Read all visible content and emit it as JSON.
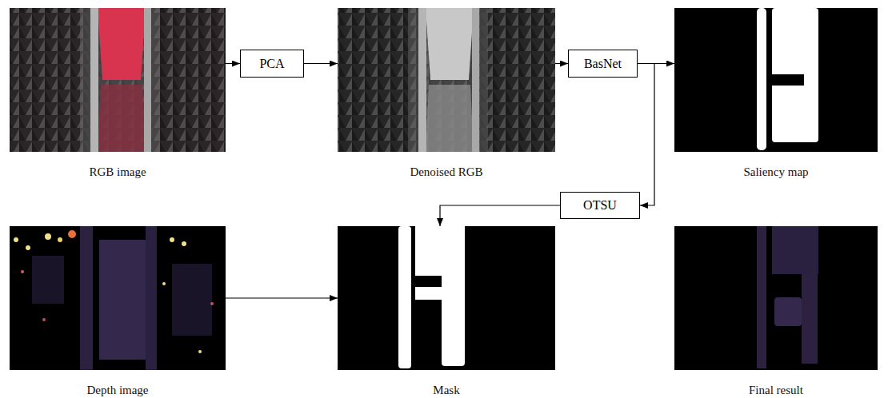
{
  "diagram": {
    "nodes": [
      {
        "text": [
          "RGB image"
        ]
      },
      {
        "text": [
          "PCA"
        ]
      },
      {
        "text": [
          "Denoised RGB"
        ]
      },
      {
        "text": [
          "BasNet"
        ]
      },
      {
        "text": [
          "Saliency map"
        ]
      },
      {
        "text": [
          "OTSU"
        ]
      },
      {
        "text": [
          "Depth image"
        ]
      },
      {
        "text": [
          "Mask"
        ]
      },
      {
        "text": [
          "Final result"
        ]
      }
    ],
    "edges": [
      {
        "from": 0,
        "to": 1,
        "arrow": "to"
      },
      {
        "from": 1,
        "to": 2,
        "arrow": "to"
      },
      {
        "from": 2,
        "to": 3,
        "arrow": "to"
      },
      {
        "from": 3,
        "to": 4,
        "arrow": "to"
      },
      {
        "from": 3,
        "to": 5,
        "arrow": "to"
      },
      {
        "from": 5,
        "to": 7,
        "arrow": "to"
      },
      {
        "from": 6,
        "to": 7,
        "arrow": "to"
      }
    ]
  }
}
